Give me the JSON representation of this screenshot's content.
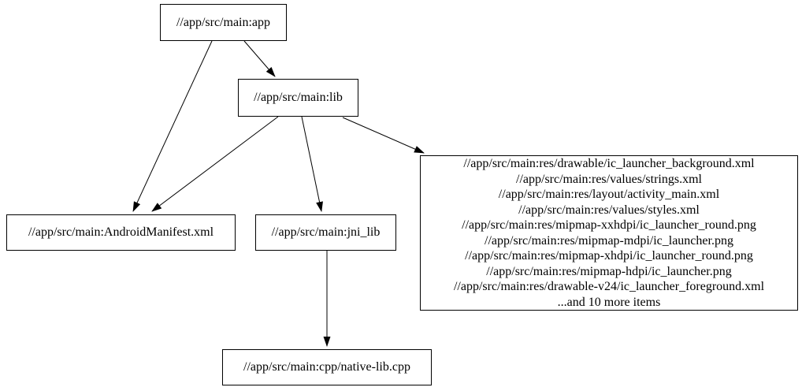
{
  "diagram": {
    "type": "dependency-graph",
    "colors": {
      "background": "#ffffff",
      "node_fill": "#ffffff",
      "node_border": "#000000",
      "edge": "#000000",
      "text": "#000000"
    },
    "nodes": {
      "app": {
        "label": "//app/src/main:app"
      },
      "lib": {
        "label": "//app/src/main:lib"
      },
      "android_manifest": {
        "label": "//app/src/main:AndroidManifest.xml"
      },
      "jni_lib": {
        "label": "//app/src/main:jni_lib"
      },
      "resources": {
        "lines": [
          "//app/src/main:res/drawable/ic_launcher_background.xml",
          "//app/src/main:res/values/strings.xml",
          "//app/src/main:res/layout/activity_main.xml",
          "//app/src/main:res/values/styles.xml",
          "//app/src/main:res/mipmap-xxhdpi/ic_launcher_round.png",
          "//app/src/main:res/mipmap-mdpi/ic_launcher.png",
          "//app/src/main:res/mipmap-xhdpi/ic_launcher_round.png",
          "//app/src/main:res/mipmap-hdpi/ic_launcher.png",
          "//app/src/main:res/drawable-v24/ic_launcher_foreground.xml",
          "...and 10 more items"
        ]
      },
      "native_lib_cpp": {
        "label": "//app/src/main:cpp/native-lib.cpp"
      }
    },
    "edges": [
      {
        "from": "app",
        "to": "android_manifest"
      },
      {
        "from": "app",
        "to": "lib"
      },
      {
        "from": "lib",
        "to": "android_manifest"
      },
      {
        "from": "lib",
        "to": "jni_lib"
      },
      {
        "from": "lib",
        "to": "resources"
      },
      {
        "from": "jni_lib",
        "to": "native_lib_cpp"
      }
    ]
  }
}
